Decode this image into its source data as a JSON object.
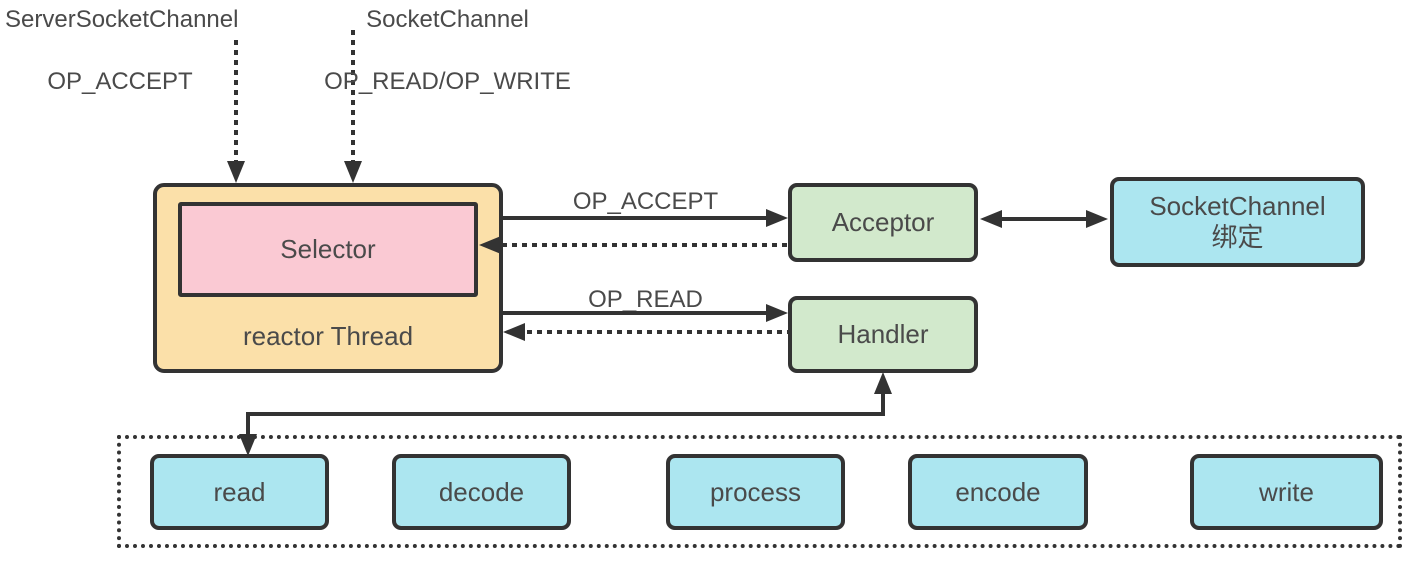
{
  "top_labels": {
    "server_socket_channel": {
      "line1": "ServerSocketChannel",
      "line2": "OP_ACCEPT"
    },
    "socket_channel": {
      "line1": "SocketChannel",
      "line2": "OP_READ/OP_WRITE"
    }
  },
  "reactor": {
    "selector_label": "Selector",
    "thread_label": "reactor Thread"
  },
  "flow_labels": {
    "op_accept": "OP_ACCEPT",
    "op_read": "OP_READ"
  },
  "acceptor_label": "Acceptor",
  "handler_label": "Handler",
  "socket_bind_box": {
    "line1": "SocketChannel",
    "line2": "绑定"
  },
  "pipeline": {
    "steps": [
      "read",
      "decode",
      "process",
      "encode",
      "write"
    ]
  },
  "colors": {
    "reactor_fill": "#FBE0A9",
    "selector_fill": "#FAC9D3",
    "handler_fill": "#D2E9CC",
    "channel_fill": "#ACE6F0",
    "line": "#333333",
    "text": "#4A4A4A"
  }
}
